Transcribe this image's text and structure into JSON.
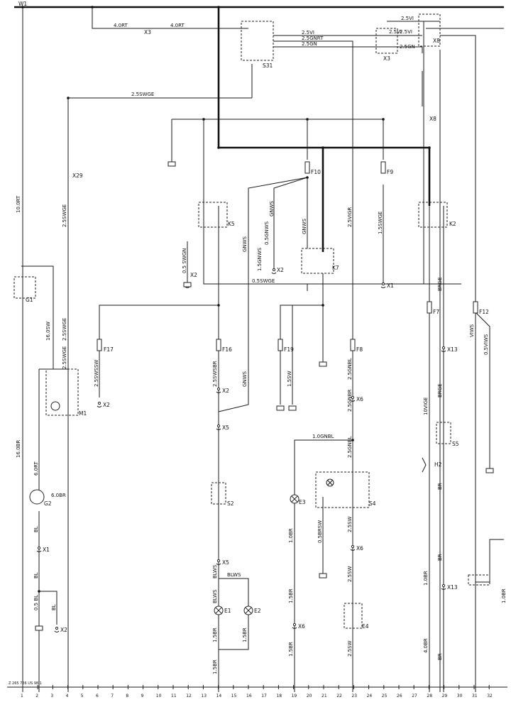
{
  "title_id": "W1",
  "components": [
    {
      "id": "S31",
      "label": "S31"
    },
    {
      "id": "X3a",
      "label": "X3"
    },
    {
      "id": "X3b",
      "label": "X3"
    },
    {
      "id": "X8a",
      "label": "X8"
    },
    {
      "id": "X8b",
      "label": "X8"
    },
    {
      "id": "X29",
      "label": "X29"
    },
    {
      "id": "K5",
      "label": "K5"
    },
    {
      "id": "K2",
      "label": "K2"
    },
    {
      "id": "K7",
      "label": "K7"
    },
    {
      "id": "F10",
      "label": "F10"
    },
    {
      "id": "F9",
      "label": "F9"
    },
    {
      "id": "F7",
      "label": "F7"
    },
    {
      "id": "F12",
      "label": "F12"
    },
    {
      "id": "F17",
      "label": "F17"
    },
    {
      "id": "F16",
      "label": "F16"
    },
    {
      "id": "F19",
      "label": "F19"
    },
    {
      "id": "F8",
      "label": "F8"
    },
    {
      "id": "G1",
      "label": "G1"
    },
    {
      "id": "G2",
      "label": "G2"
    },
    {
      "id": "M1",
      "label": "M1"
    },
    {
      "id": "X1a",
      "label": "X1"
    },
    {
      "id": "X1b",
      "label": "X1"
    },
    {
      "id": "X2a",
      "label": "X2"
    },
    {
      "id": "X2b",
      "label": "X2"
    },
    {
      "id": "X2c",
      "label": "X2"
    },
    {
      "id": "X2d",
      "label": "X2"
    },
    {
      "id": "X2e",
      "label": "X2"
    },
    {
      "id": "X5a",
      "label": "X5"
    },
    {
      "id": "X5b",
      "label": "X5"
    },
    {
      "id": "X6a",
      "label": "X6"
    },
    {
      "id": "X6b",
      "label": "X6"
    },
    {
      "id": "X6c",
      "label": "X6"
    },
    {
      "id": "X13a",
      "label": "X13"
    },
    {
      "id": "X13b",
      "label": "X13"
    },
    {
      "id": "S2",
      "label": "S2"
    },
    {
      "id": "S4",
      "label": "S4"
    },
    {
      "id": "S5",
      "label": "S5"
    },
    {
      "id": "E1",
      "label": "E1"
    },
    {
      "id": "E2",
      "label": "E2"
    },
    {
      "id": "E3",
      "label": "E3"
    },
    {
      "id": "E4",
      "label": "E4"
    },
    {
      "id": "H2",
      "label": "H2"
    }
  ],
  "wire_labels": [
    "4.0RT",
    "4.0RT",
    "2.5VI",
    "2.5GNRT",
    "2.5GN",
    "2.5VI",
    "2.5VI",
    "2.5VI",
    "2.5GN",
    "2.5SWGE",
    "10.0RT",
    "2.5SWGE",
    "2.5SWGE",
    "0.5 SWGN",
    "0.5SWGE",
    "GNWS",
    "GNWS",
    "0.5GNWS",
    "1.5GNWS",
    "GNWS",
    "2.5VIGR",
    "1.5SWGE",
    "16.0SW",
    "2.5SWGE",
    "2.5SWSSW",
    "2.5SWSBR",
    "GNWS",
    "1.5SW",
    "2.5GNBL",
    "2.5GNBR",
    "1.0GNBL",
    "2.5GNBL",
    "10VIGE",
    "BRGE",
    "BRGE",
    "VIWS",
    "0.5VIWS",
    "16.0BR",
    "6.0RT",
    "6.0BR",
    "BL",
    "BL",
    "0.5 BL",
    "BL",
    "BLWS",
    "BLWS",
    "BLWS",
    "1.5BR",
    "1.5BR",
    "1.0BR",
    "0.5BRSW",
    "1.5BR",
    "1.5BR",
    "2.5SW",
    "2.5SW",
    "2.5SW",
    "1.0BR",
    "4.0BR",
    "BR",
    "BR",
    "BR",
    "1.5BR",
    "1.0BR"
  ],
  "column_numbers": [
    "1",
    "2",
    "3",
    "4",
    "5",
    "6",
    "7",
    "8",
    "9",
    "10",
    "11",
    "12",
    "13",
    "14",
    "15",
    "16",
    "17",
    "18",
    "19",
    "20",
    "21",
    "22",
    "23",
    "24",
    "25",
    "26",
    "27",
    "28",
    "29",
    "30",
    "31",
    "32"
  ],
  "footer_code": "Z 265 726 US 98 1"
}
